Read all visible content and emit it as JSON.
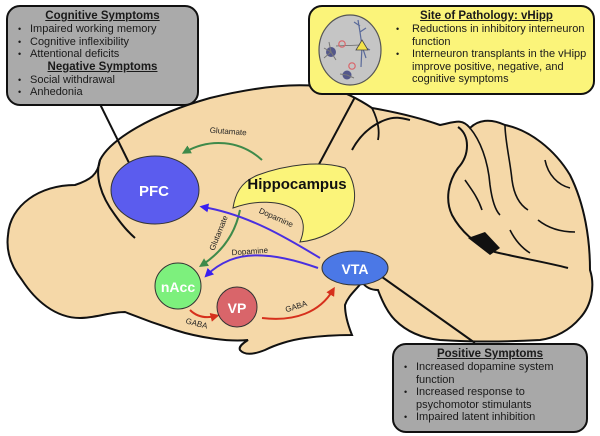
{
  "boxes": {
    "cognitive": {
      "title1": "Cognitive Symptoms",
      "items1": [
        "Impaired working memory",
        "Cognitive inflexibility",
        "Attentional deficits"
      ],
      "title2": "Negative Symptoms",
      "items2": [
        "Social withdrawal",
        "Anhedonia"
      ]
    },
    "pathology": {
      "title": "Site of Pathology: vHipp",
      "items": [
        "Reductions in inhibitory interneuron function",
        "Interneuron transplants in the vHipp improve positive, negative, and cognitive symptoms"
      ]
    },
    "positive": {
      "title": "Positive Symptoms",
      "items": [
        "Increased dopamine system function",
        "Increased response to psychomotor stimulants",
        "Impaired latent inhibition"
      ]
    }
  },
  "regions": {
    "pfc": {
      "label": "PFC",
      "color": "#5b5cee"
    },
    "hippocampus": {
      "label": "Hippocampus",
      "color": "#fbf47a"
    },
    "nacc": {
      "label": "nAcc",
      "color": "#7df07d"
    },
    "vp": {
      "label": "VP",
      "color": "#d9656a"
    },
    "vta": {
      "label": "VTA",
      "color": "#4b78e6"
    }
  },
  "pathways": {
    "hipp_pfc": {
      "label": "Glutamate",
      "color": "#3e8a4a"
    },
    "hipp_nacc": {
      "label": "Glutamate",
      "color": "#3e8a4a"
    },
    "vta_pfc": {
      "label": "Dopamine",
      "color": "#4a2fe0"
    },
    "vta_nacc": {
      "label": "Dopamine",
      "color": "#4a2fe0"
    },
    "nacc_vp": {
      "label": "GABA",
      "color": "#d6301c"
    },
    "vp_vta": {
      "label": "GABA",
      "color": "#d6301c"
    }
  },
  "colors": {
    "brain": "#f5d8a8",
    "outline": "#111111"
  }
}
